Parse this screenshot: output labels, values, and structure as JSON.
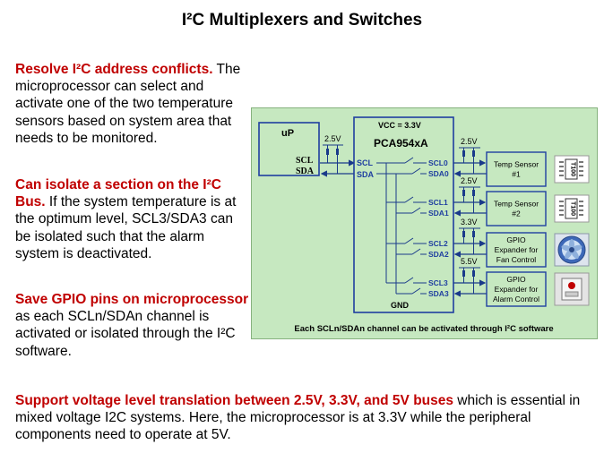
{
  "title": "I²C Multiplexers and Switches",
  "paragraphs": [
    {
      "headline": "Resolve I²C address conflicts.",
      "body": " The microprocessor can select and activate one of the two temperature sensors based on system area that needs to be monitored."
    },
    {
      "headline": "Can isolate  a section  on the I²C Bus.",
      "body": " If the system temperature is at the optimum level, SCL3/SDA3  can be isolated such that the alarm system is deactivated."
    },
    {
      "headline": "Save GPIO pins  on microprocessor",
      "body": "  as each SCLn/SDAn  channel is activated or isolated through the I²C software."
    }
  ],
  "bottom": {
    "headline": "Support voltage level translation  between 2.5V, 3.3V, and 5V buses",
    "body": " which is essential in mixed voltage I2C systems. Here, the microprocessor is at 3.3V while the peripheral components need to operate at 5V."
  },
  "diagram": {
    "up_label": "uP",
    "up_scl": "SCL",
    "up_sda": "SDA",
    "pullup_main": "2.5V",
    "vcc": "VCC = 3.3V",
    "chip": "PCA954xA",
    "gnd": "GND",
    "mux_scl": "SCL",
    "mux_sda": "SDA",
    "footer": "Each SCLn/SDAn channel can be activated through I²C software",
    "channels": [
      {
        "scl": "SCL0",
        "sda": "SDA0",
        "voltage": "2.5V",
        "device": "Temp Sensor #1",
        "icon": "temp-sensor-chip-icon",
        "chip_text": "T100"
      },
      {
        "scl": "SCL1",
        "sda": "SDA1",
        "voltage": "2.5V",
        "device": "Temp Sensor #2",
        "icon": "temp-sensor-chip-icon",
        "chip_text": "T100"
      },
      {
        "scl": "SCL2",
        "sda": "SDA2",
        "voltage": "3.3V",
        "device": "GPIO Expander for Fan Control",
        "icon": "fan-icon"
      },
      {
        "scl": "SCL3",
        "sda": "SDA3",
        "voltage": "5.5V",
        "device": "GPIO Expander for Alarm Control",
        "icon": "alarm-panel-icon"
      }
    ],
    "colors": {
      "panel_bg": "#c6e8c0",
      "panel_border": "#86b27e",
      "wire": "#1a3a8a",
      "box_border": "#1f3fa0",
      "accent": "#c00000"
    }
  }
}
